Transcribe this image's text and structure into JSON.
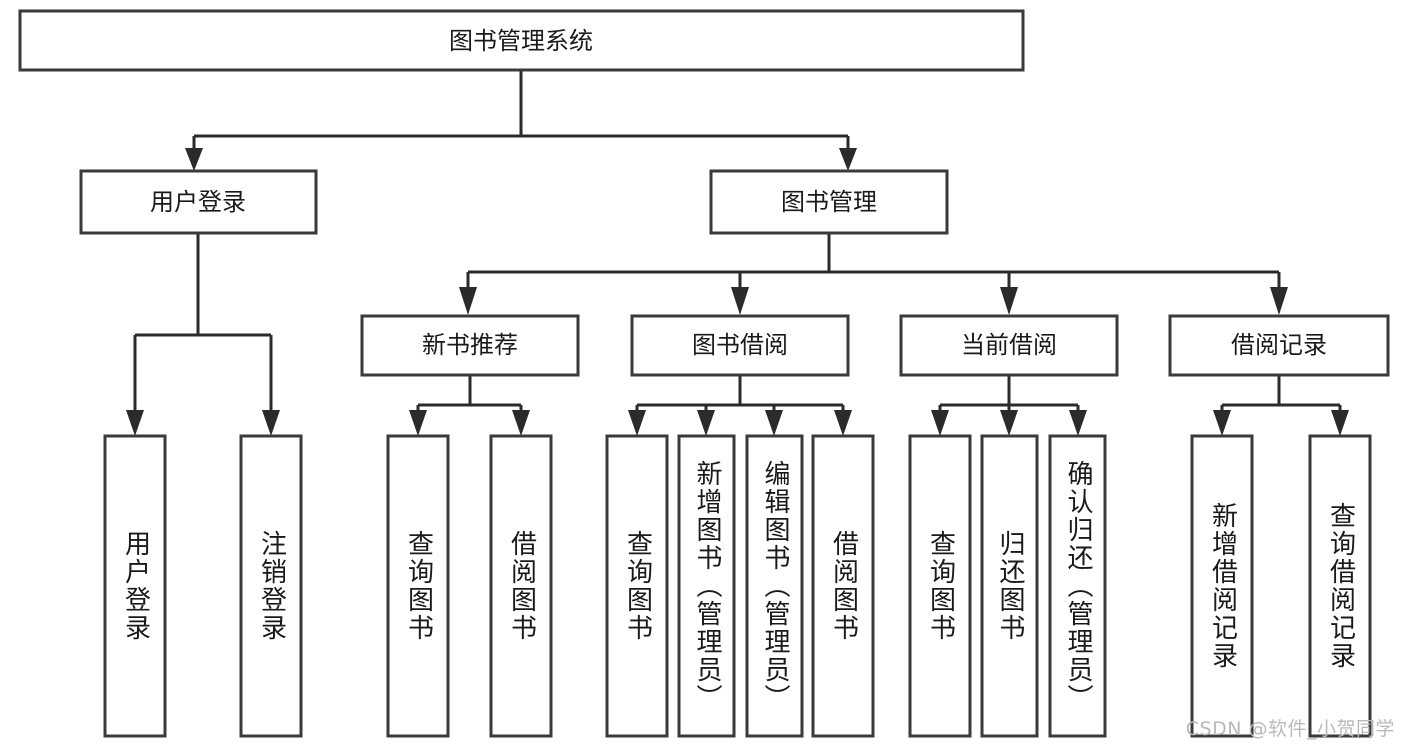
{
  "diagram": {
    "title": "图书管理系统",
    "type": "tree",
    "watermark": "CSDN @软件_小贺同学",
    "colors": {
      "box_stroke": "#3a3a3a",
      "connector": "#2b2b2b",
      "box_fill": "#ffffff",
      "text": "#1a1a1a",
      "watermark": "#b9b9b9"
    },
    "root": {
      "label": "图书管理系统"
    },
    "level2": [
      {
        "id": "user-login",
        "label": "用户登录"
      },
      {
        "id": "book-manage",
        "label": "图书管理"
      }
    ],
    "level3": [
      {
        "id": "new-book-recommend",
        "label": "新书推荐"
      },
      {
        "id": "book-borrow",
        "label": "图书借阅"
      },
      {
        "id": "current-borrow",
        "label": "当前借阅"
      },
      {
        "id": "borrow-record",
        "label": "借阅记录"
      }
    ],
    "leaves": {
      "user_login": [
        {
          "id": "leaf-user-login",
          "label": "用户登录"
        },
        {
          "id": "leaf-logout-login",
          "label": "注销登录"
        }
      ],
      "new_book_recommend": [
        {
          "id": "leaf-query-book-1",
          "label": "查询图书"
        },
        {
          "id": "leaf-borrow-book-1",
          "label": "借阅图书"
        }
      ],
      "book_borrow": [
        {
          "id": "leaf-query-book-2",
          "label": "查询图书"
        },
        {
          "id": "leaf-add-book",
          "label": "新增图书（管理员）"
        },
        {
          "id": "leaf-edit-book",
          "label": "编辑图书（管理员）"
        },
        {
          "id": "leaf-borrow-book-2",
          "label": "借阅图书"
        }
      ],
      "current_borrow": [
        {
          "id": "leaf-query-book-3",
          "label": "查询图书"
        },
        {
          "id": "leaf-return-book",
          "label": "归还图书"
        },
        {
          "id": "leaf-confirm-return",
          "label": "确认归还（管理员）"
        }
      ],
      "borrow_record": [
        {
          "id": "leaf-add-record",
          "label": "新增借阅记录"
        },
        {
          "id": "leaf-query-record",
          "label": "查询借阅记录"
        }
      ]
    }
  }
}
